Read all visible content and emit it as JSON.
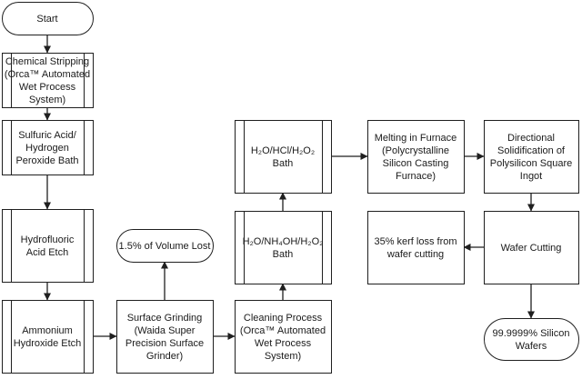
{
  "nodes": {
    "start": {
      "lines": [
        "Start"
      ]
    },
    "chemical_stripping": {
      "lines": [
        "Chemical Stripping",
        "(Orca™ Automated",
        "Wet Process",
        "System)"
      ]
    },
    "sulfuric_acid": {
      "lines": [
        "Sulfuric Acid/",
        "Hydrogen",
        "Peroxide Bath"
      ]
    },
    "hydrofluoric": {
      "lines": [
        "Hydrofluoric",
        "Acid Etch"
      ]
    },
    "ammonium": {
      "lines": [
        "Ammonium",
        "Hydroxide Etch"
      ]
    },
    "surface_grinding": {
      "lines": [
        "Surface Grinding",
        "(Waida Super",
        "Precision Surface",
        "Grinder)"
      ]
    },
    "volume_lost": {
      "lines": [
        "1.5% of Volume Lost"
      ]
    },
    "cleaning_process": {
      "lines": [
        "Cleaning Process",
        "(Orca™ Automated",
        "Wet Process",
        "System)"
      ]
    },
    "nh4oh_bath": {
      "lines": [
        "H₂O/NH₄OH/H₂O₂",
        "Bath"
      ]
    },
    "hcl_bath": {
      "lines": [
        "H₂O/HCl/H₂O₂",
        "Bath"
      ]
    },
    "melting": {
      "lines": [
        "Melting in Furnace",
        "(Polycrystalline",
        "Silicon Casting",
        "Furnace)"
      ]
    },
    "directional": {
      "lines": [
        "Directional",
        "Solidification of",
        "Polysilicon Square",
        "Ingot"
      ]
    },
    "wafer_cutting": {
      "lines": [
        "Wafer Cutting"
      ]
    },
    "kerf_loss": {
      "lines": [
        "35% kerf loss from",
        "wafer cutting"
      ]
    },
    "wafers": {
      "lines": [
        "99.9999% Silicon",
        "Wafers"
      ]
    }
  }
}
